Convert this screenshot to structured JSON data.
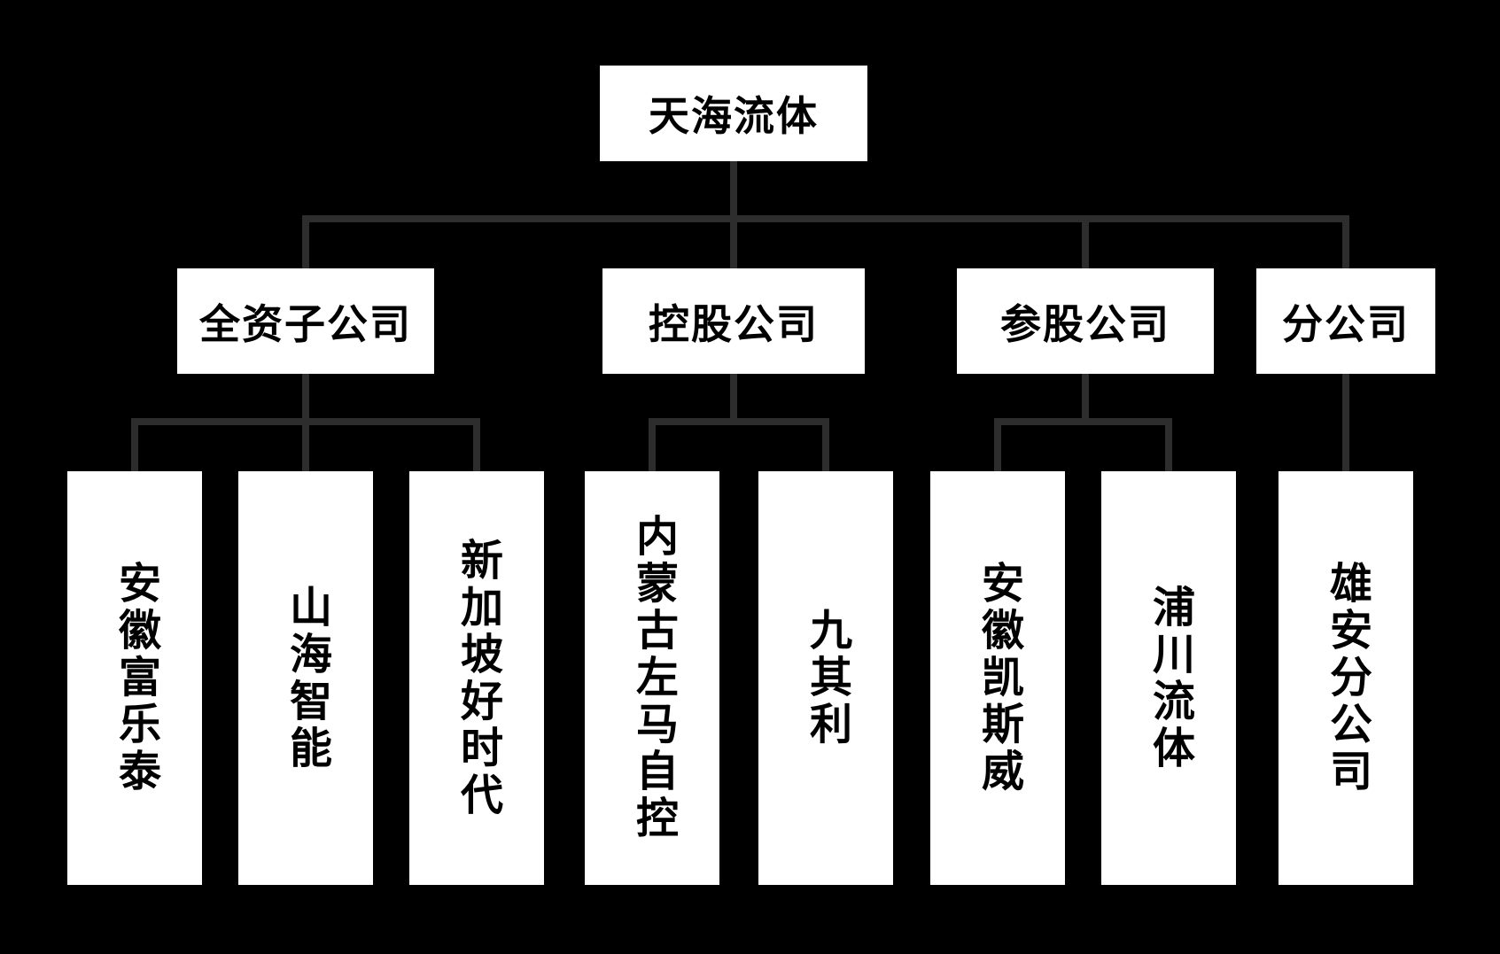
{
  "chart": {
    "type": "org-chart",
    "root": {
      "label": "天海流体"
    },
    "groups": [
      {
        "label": "全资子公司",
        "children": [
          "安徽富乐泰",
          "山海智能",
          "新加坡好时代"
        ]
      },
      {
        "label": "控股公司",
        "children": [
          "内蒙古左马自控",
          "九其利"
        ]
      },
      {
        "label": "参股公司",
        "children": [
          "安徽凯斯威",
          "浦川流体"
        ]
      },
      {
        "label": "分公司",
        "children": [
          "雄安分公司"
        ]
      }
    ],
    "colors": {
      "background": "#000000",
      "box_fill": "#ffffff",
      "box_text": "#000000",
      "connector": "#2d2d2d"
    }
  }
}
